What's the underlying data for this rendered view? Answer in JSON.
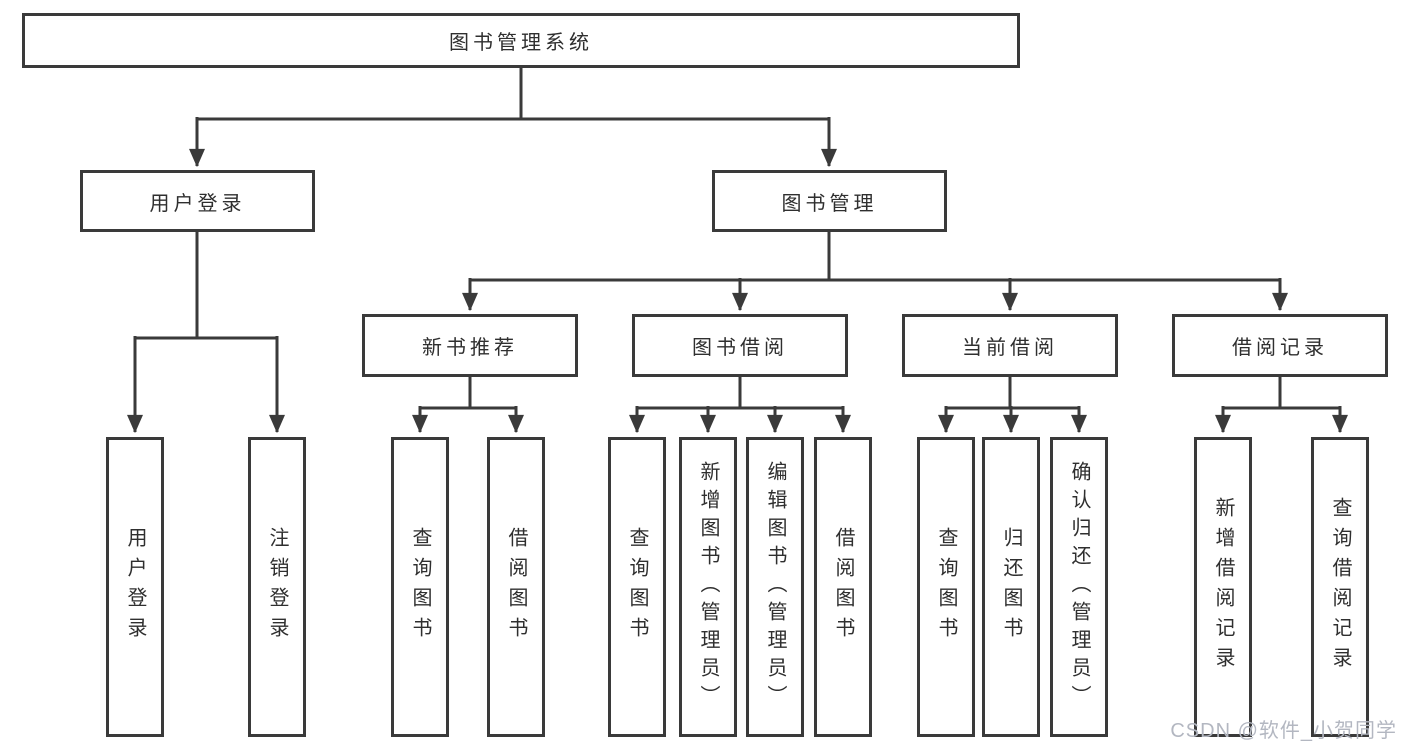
{
  "diagram": {
    "root": {
      "label": "图书管理系统"
    },
    "level2": [
      {
        "id": "user-login",
        "label": "用户登录"
      },
      {
        "id": "book-management",
        "label": "图书管理"
      }
    ],
    "level3": [
      {
        "id": "new-book-recommend",
        "label": "新书推荐",
        "parent": "图书管理"
      },
      {
        "id": "book-borrow",
        "label": "图书借阅",
        "parent": "图书管理"
      },
      {
        "id": "current-borrow",
        "label": "当前借阅",
        "parent": "图书管理"
      },
      {
        "id": "borrow-records",
        "label": "借阅记录",
        "parent": "图书管理"
      }
    ],
    "leaves": [
      {
        "label": "用户登录",
        "parent": "用户登录"
      },
      {
        "label": "注销登录",
        "parent": "用户登录"
      },
      {
        "label": "查询图书",
        "parent": "新书推荐"
      },
      {
        "label": "借阅图书",
        "parent": "新书推荐"
      },
      {
        "label": "查询图书",
        "parent": "图书借阅"
      },
      {
        "label": "新增图书（管理员）",
        "parent": "图书借阅"
      },
      {
        "label": "编辑图书（管理员）",
        "parent": "图书借阅"
      },
      {
        "label": "借阅图书",
        "parent": "图书借阅"
      },
      {
        "label": "查询图书",
        "parent": "当前借阅"
      },
      {
        "label": "归还图书",
        "parent": "当前借阅"
      },
      {
        "label": "确认归还（管理员）",
        "parent": "当前借阅"
      },
      {
        "label": "新增借阅记录",
        "parent": "借阅记录"
      },
      {
        "label": "查询借阅记录",
        "parent": "借阅记录"
      }
    ],
    "watermark": "CSDN @软件_小贺同学",
    "colors": {
      "line": "#3a3a3a",
      "text": "#2f2f2f",
      "background": "#ffffff",
      "watermark": "#b3b7c1"
    }
  }
}
